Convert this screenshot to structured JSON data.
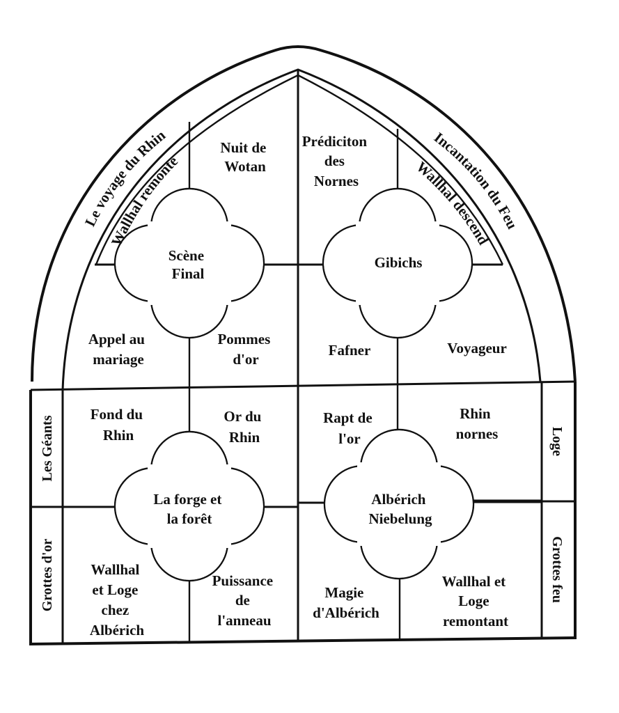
{
  "arch_bands": {
    "outer_left": "Le voyage du Rhin",
    "inner_left": "Wallhal remonte",
    "outer_right": "Incantation du Feu",
    "inner_right": "Wallhal descend"
  },
  "side_panels": {
    "left_upper": "Les Géants",
    "left_lower": "Grottes d'or",
    "right_upper": "Loge",
    "right_lower": "Grottes feu"
  },
  "quatrefoils": {
    "top_left": [
      "Scène",
      "Final"
    ],
    "top_right": [
      "Gibichs"
    ],
    "bottom_left": [
      "La forge et",
      "la forêt"
    ],
    "bottom_right": [
      "Albérich",
      "Niebelung"
    ]
  },
  "cells": {
    "nuit_de_wotan": [
      "Nuit de",
      "Wotan"
    ],
    "prediction_des_nornes": [
      "Prédiciton",
      "des",
      "Nornes"
    ],
    "appel_au_mariage": [
      "Appel au",
      "mariage"
    ],
    "pommes_d_or": [
      "Pommes",
      "d'or"
    ],
    "fafner": [
      "Fafner"
    ],
    "voyageur": [
      "Voyageur"
    ],
    "fond_du_rhin": [
      "Fond du",
      "Rhin"
    ],
    "or_du_rhin": [
      "Or du",
      "Rhin"
    ],
    "rapt_de_l_or": [
      "Rapt de",
      "l'or"
    ],
    "rhin_nornes": [
      "Rhin",
      "nornes"
    ],
    "wallhal_et_loge_chez_alberich": [
      "Wallhal",
      "et Loge",
      "chez",
      "Albérich"
    ],
    "puissance_de_l_anneau": [
      "Puissance",
      "de",
      "l'anneau"
    ],
    "magie_d_alberich": [
      "Magie",
      "d'Albérich"
    ],
    "wallhal_et_loge_remontant": [
      "Wallhal et",
      "Loge",
      "remontant"
    ]
  }
}
